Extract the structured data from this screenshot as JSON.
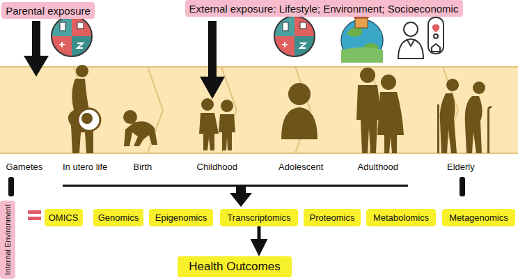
{
  "diagram": {
    "nodes": [
      {
        "text": [
          "Parental exposure"
        ]
      },
      {
        "text": [
          "External exposure: Lifestyle; Environment; Socioeconomic"
        ]
      },
      {
        "text": [
          "Internal Environment"
        ]
      },
      {
        "text": [
          "OMICS"
        ]
      },
      {
        "text": [
          "Genomics"
        ]
      },
      {
        "text": [
          "Epigenomics"
        ]
      },
      {
        "text": [
          "Transcriptomics"
        ]
      },
      {
        "text": [
          "Proteomics"
        ]
      },
      {
        "text": [
          "Metabolomics"
        ]
      },
      {
        "text": [
          "Metagenomics"
        ]
      },
      {
        "text": [
          "Health Outcomes"
        ]
      }
    ],
    "edges": [
      {
        "from": 6,
        "to": 10,
        "arrow": "to"
      }
    ],
    "labels": [
      "Gametes",
      "In utero life",
      "Birth",
      "Childhood",
      "Adolescent",
      "Adulthood",
      "Elderly"
    ]
  }
}
